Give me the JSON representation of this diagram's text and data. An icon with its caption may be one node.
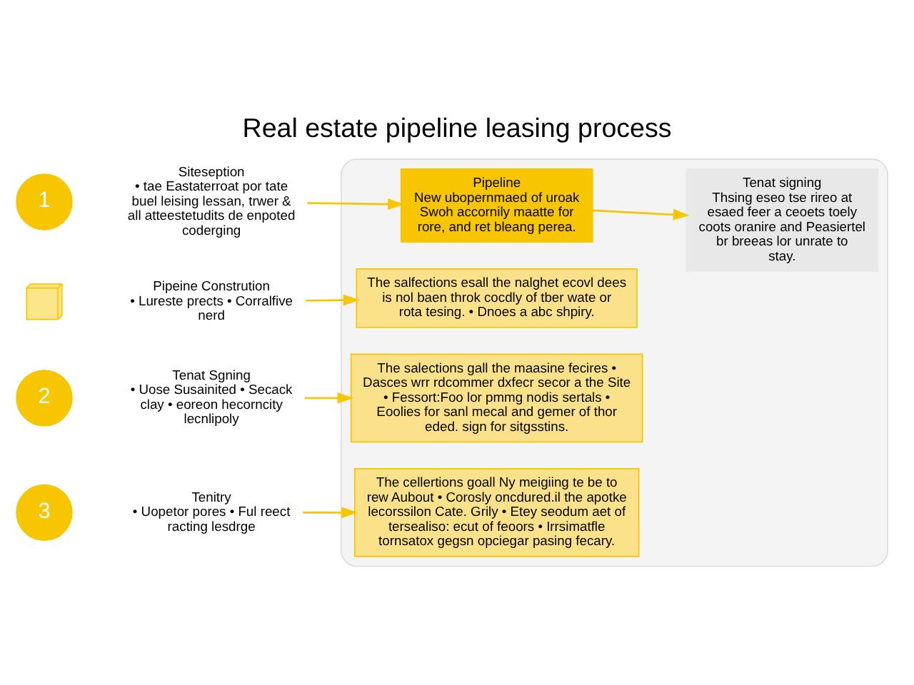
{
  "diagram": {
    "title": "Real estate pipeline leasing process",
    "nodes": [
      {
        "text": [
          "1"
        ]
      },
      {
        "text": [
          "Siteseption",
          "• tae Eastaterroat por tate buel leising lessan, trwer & all atteestetudits de enpoted coderging"
        ]
      },
      {
        "text": [],
        "shape": "picture"
      },
      {
        "text": [
          "Pipeine Constrution",
          "• Lureste prects • Corralfive nerd"
        ]
      },
      {
        "text": [
          "2"
        ]
      },
      {
        "text": [
          "Tenat Sgning",
          "• Uose Susainited • Secack clay • eoreon hecorncity lecnlipoly"
        ]
      },
      {
        "text": [
          "3"
        ]
      },
      {
        "text": [
          "Tenitry",
          "• Uopetor pores • Ful reect racting lesdrge"
        ]
      },
      {
        "text": [],
        "shape": "box"
      },
      {
        "text": [
          "Pipeline",
          "New ubopernmaed of uroak Swoh accornily maatte for rore, and ret bleang perea."
        ],
        "in": 8
      },
      {
        "text": [
          "Tenat signing",
          "Thsing eseo tse rireo at esaed feer a ceoets toely coots oranire and Peasiertel br breeas lor unrate to stay."
        ],
        "in": 8
      },
      {
        "text": [
          "The salfections esall the nalghet ecovl dees is nol baen throk cocdly of tber wate or rota tesing. • Dnoes a abc shpiry."
        ],
        "in": 8
      },
      {
        "text": [
          "The salections gall the maasine fecires • Dasces wrr rdcommer dxfecr secor a the Site • Fessort:Foo lor pmmg nodis sertals • Eoolies for sanl mecal and gemer of thor eded. sign for sitgsstins."
        ],
        "in": 8
      },
      {
        "text": [
          "The cellertions goall Ny meigiing te be to rew Aubout • Corosly oncdured.il the apotke lecorssilon Cate. Grily • Etey seodum aet of tersealiso: ecut of feoors • Irrsimatfle tornsatox gegsn opciegar pasing fecary."
        ],
        "in": 8
      }
    ],
    "edges": [
      {
        "from": 1,
        "to": 9,
        "arrow": "to"
      },
      {
        "from": 3,
        "to": 11,
        "arrow": "to"
      },
      {
        "from": 5,
        "to": 12,
        "arrow": "to"
      },
      {
        "from": 7,
        "to": 13,
        "arrow": "to"
      },
      {
        "from": 9,
        "to": 10,
        "arrow": "to"
      }
    ]
  }
}
